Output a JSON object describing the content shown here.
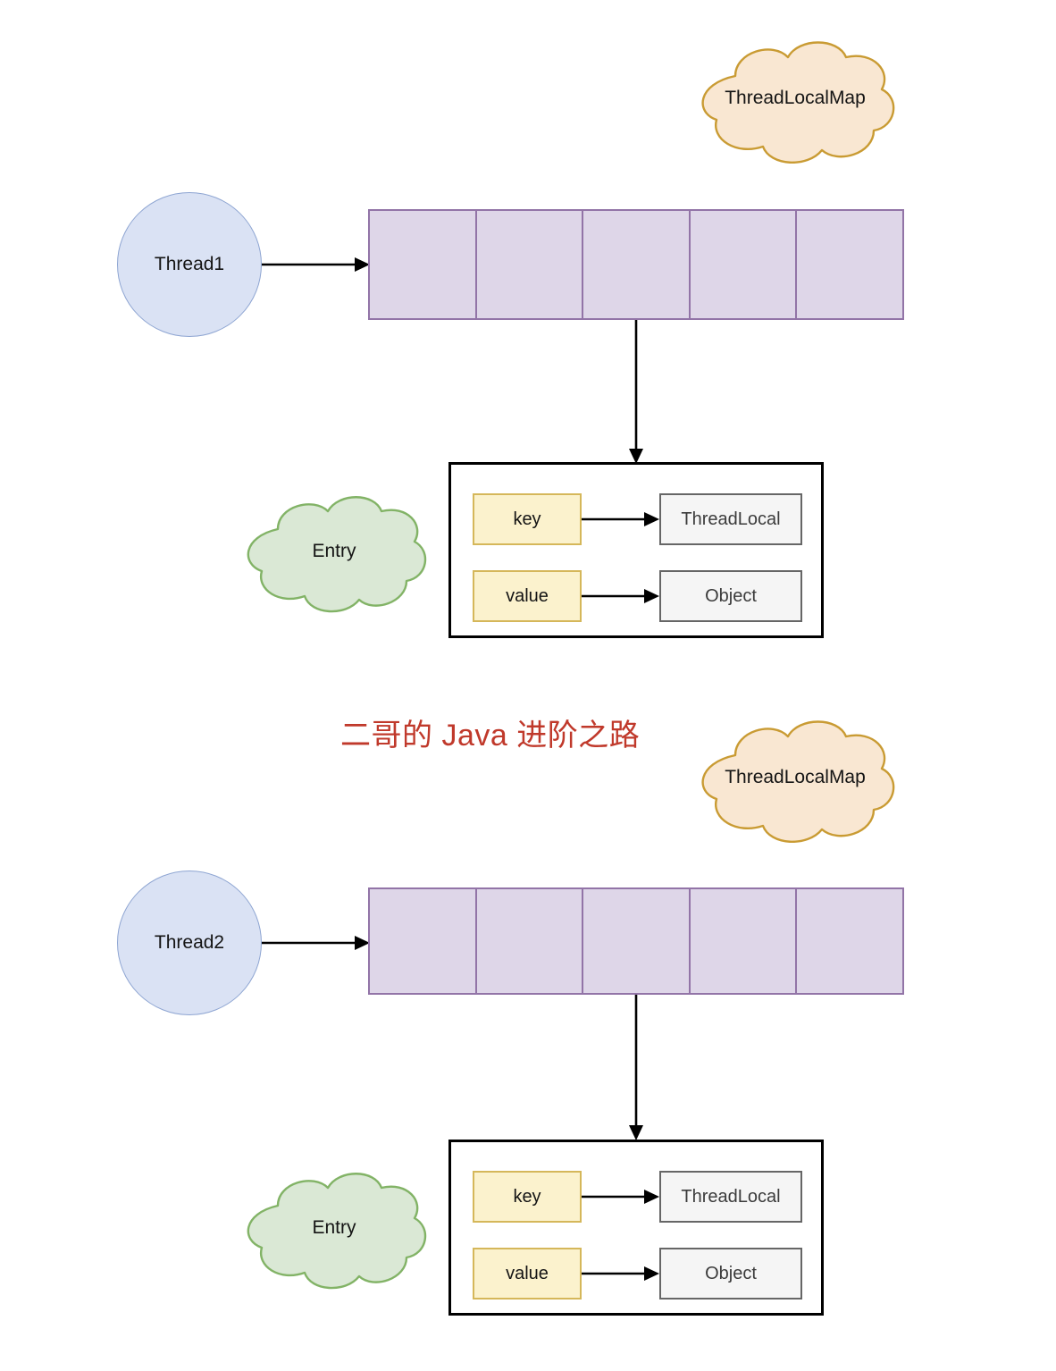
{
  "diagram": {
    "title_watermark": "二哥的 Java 进阶之路",
    "accent_colors": {
      "cloud_orange_fill": "#f9e7d2",
      "cloud_orange_stroke": "#c99b33",
      "cloud_green_fill": "#dae8d5",
      "cloud_green_stroke": "#82b366",
      "thread_circle_fill": "#dae2f4",
      "thread_circle_stroke": "#8ea5d2",
      "slot_table_fill": "#ded6e8",
      "slot_table_stroke": "#9274a7",
      "kv_box_fill": "#fbf2cd",
      "kv_box_stroke": "#d5b75a",
      "gray_box_fill": "#f5f5f5",
      "gray_box_stroke": "#666666",
      "watermark_red": "#c0392b",
      "arrow_black": "#000000"
    },
    "sections": [
      {
        "id": "thread1-section",
        "thread_label": "Thread1",
        "map_cloud_label": "ThreadLocalMap",
        "slot_count": 5,
        "entry_cloud_label": "Entry",
        "entry": {
          "key_label": "key",
          "key_target_label": "ThreadLocal",
          "value_label": "value",
          "value_target_label": "Object"
        }
      },
      {
        "id": "thread2-section",
        "thread_label": "Thread2",
        "map_cloud_label": "ThreadLocalMap",
        "slot_count": 5,
        "entry_cloud_label": "Entry",
        "entry": {
          "key_label": "key",
          "key_target_label": "ThreadLocal",
          "value_label": "value",
          "value_target_label": "Object"
        }
      }
    ]
  }
}
